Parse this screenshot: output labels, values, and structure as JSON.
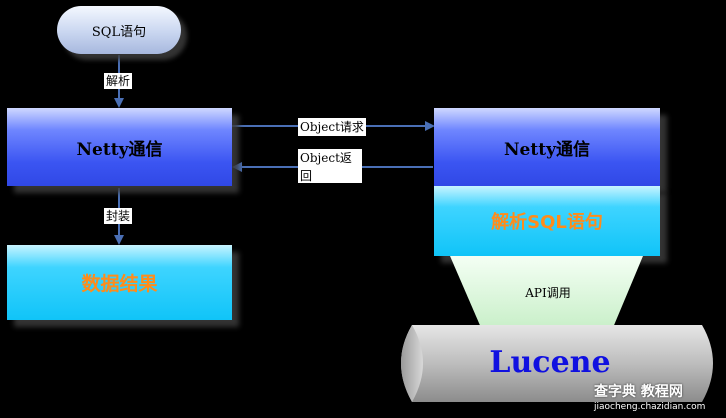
{
  "start_node": {
    "label": "SQL语句"
  },
  "left": {
    "netty": "Netty通信",
    "result": "数据结果",
    "parse_edge": "解析",
    "wrap_edge": "封装"
  },
  "right": {
    "netty": "Netty通信",
    "parse_sql": "解析SQL语句",
    "api": "API调用",
    "lucene": "Lucene"
  },
  "edges": {
    "request": "Object请求",
    "response": "Object返回"
  },
  "watermark": {
    "line1": "查字典 教程网",
    "line2": "jiaocheng.chazidian.com"
  },
  "colors": {
    "background": "#000000",
    "arrow": "#4a6fb5",
    "orange": "#ff8c1a",
    "lucene_text": "#1010e0"
  }
}
